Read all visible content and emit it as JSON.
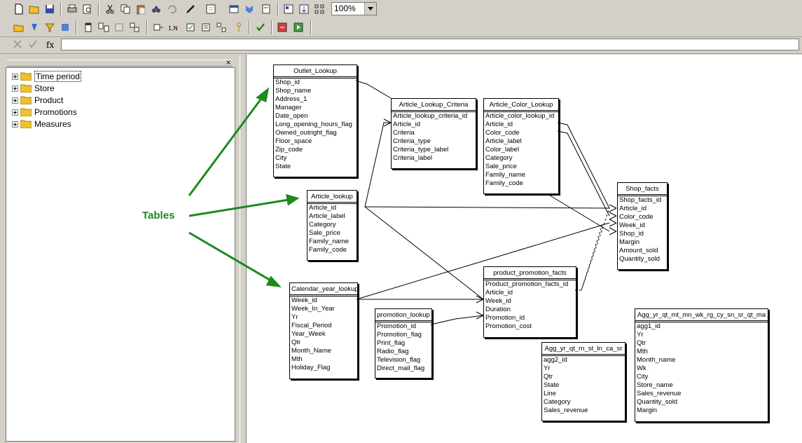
{
  "toolbar": {
    "zoom_value": "100%",
    "row1_icons": [
      "new-icon",
      "open-icon",
      "save-icon",
      "print-icon",
      "print-preview-icon",
      "cut-icon",
      "copy-icon",
      "paste-icon",
      "find-icon",
      "undo-icon",
      "edit-icon",
      "view-structure-icon",
      "view-icon",
      "properties-icon",
      "arrange-icon",
      "zoom-fit-icon",
      "zoom-selection-icon"
    ],
    "row2_icons": [
      "insert-class-icon",
      "insert-object-icon",
      "insert-condition-icon",
      "insert-hierarchy-icon",
      "insert-table-icon",
      "insert-join-icon",
      "insert-alias-icon",
      "insert-derived-icon",
      "detect-keys-icon",
      "detect-cardinalities-icon",
      "detect-contexts-icon",
      "check-integrity-icon",
      "parameters-icon",
      "aggregate-navigation-icon",
      "refresh-icon",
      "run-query-icon"
    ]
  },
  "formula_bar": {
    "fx_label": "fx",
    "value": ""
  },
  "tree": {
    "items": [
      {
        "label": "Time period",
        "selected": true
      },
      {
        "label": "Store"
      },
      {
        "label": "Product"
      },
      {
        "label": "Promotions"
      },
      {
        "label": "Measures"
      }
    ]
  },
  "callout": {
    "label": "Tables",
    "color": "#1d8a1d"
  },
  "schema": {
    "tables": [
      {
        "name": "Outlet_Lookup",
        "fields": [
          "Shop_id",
          "Shop_name",
          "Address_1",
          "Manager",
          "Date_open",
          "Long_opening_hours_flag",
          "Owned_outright_flag",
          "Floor_space",
          "Zip_code",
          "City",
          "State"
        ]
      },
      {
        "name": "Article_Lookup_Criteria",
        "fields": [
          "Article_lookup_criteria_id",
          "Article_id",
          "Criteria",
          "Criteria_type",
          "Criteria_type_label",
          "Criteria_label"
        ]
      },
      {
        "name": "Article_Color_Lookup",
        "fields": [
          "Article_color_lookup_id",
          "Article_id",
          "Color_code",
          "Article_label",
          "Color_label",
          "Category",
          "Sale_price",
          "Family_name",
          "Family_code"
        ]
      },
      {
        "name": "Shop_facts",
        "fields": [
          "Shop_facts_id",
          "Article_id",
          "Color_code",
          "Week_id",
          "Shop_id",
          "Margin",
          "Amount_sold",
          "Quantity_sold"
        ]
      },
      {
        "name": "Article_lookup",
        "fields": [
          "Article_id",
          "Article_label",
          "Category",
          "Sale_price",
          "Family_name",
          "Family_code"
        ]
      },
      {
        "name": "product_promotion_facts",
        "fields": [
          "Product_promotion_facts_id",
          "Article_id",
          "Week_id",
          "Duration",
          "Promotion_id",
          "Promotion_cost"
        ]
      },
      {
        "name": "Calendar_year_lookup",
        "fields": [
          "Week_id",
          "Week_In_Year",
          "Yr",
          "Fiscal_Period",
          "Year_Week",
          "Qtr",
          "Month_Name",
          "Mth",
          "Holiday_Flag"
        ]
      },
      {
        "name": "promotion_lookup",
        "fields": [
          "Promotion_id",
          "Promotion_flag",
          "Print_flag",
          "Radio_flag",
          "Television_flag",
          "Direct_mail_flag"
        ]
      },
      {
        "name": "Agg_yr_qt_rn_st_ln_ca_sr",
        "fields": [
          "agg2_id",
          "Yr",
          "Qtr",
          "State",
          "Line",
          "Category",
          "Sales_revenue"
        ]
      },
      {
        "name": "Agg_yr_qt_mt_mn_wk_rg_cy_sn_sr_qt_ma",
        "fields": [
          "agg1_id",
          "Yr",
          "Qtr",
          "Mth",
          "Month_name",
          "Wk",
          "City",
          "Store_name",
          "Sales_revenue",
          "Quantity_sold",
          "Margin"
        ]
      }
    ]
  }
}
